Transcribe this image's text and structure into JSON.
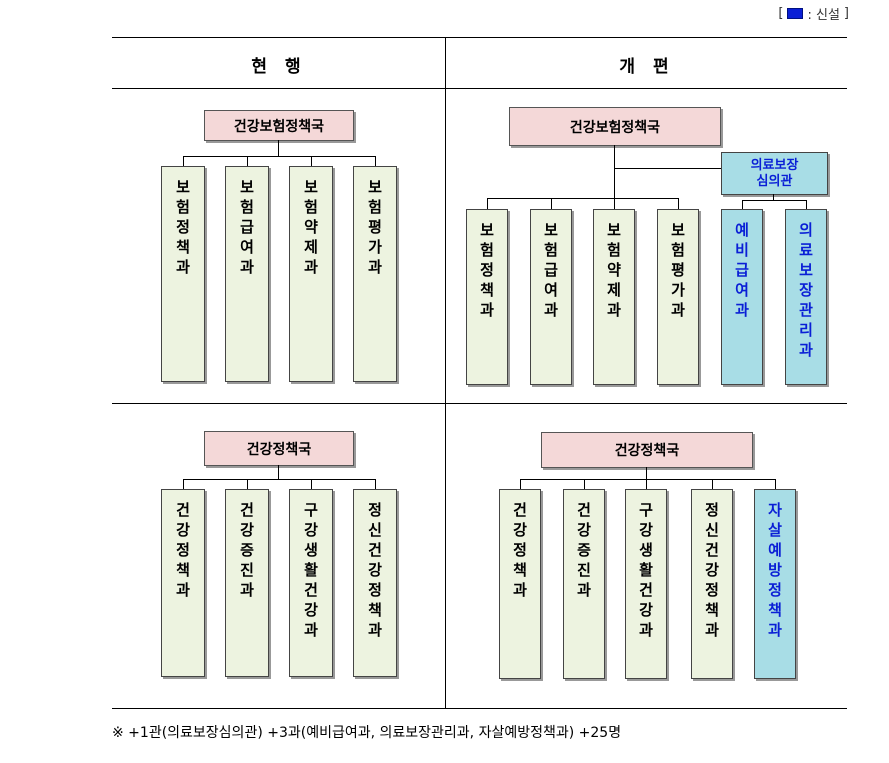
{
  "legend": {
    "open": "[",
    "label": ": 신설",
    "close": "]"
  },
  "headers": {
    "current": "현 행",
    "reform": "개 편"
  },
  "top_current": {
    "parent": "건강보험정책국",
    "units": [
      "보험정책과",
      "보험급여과",
      "보험약제과",
      "보험평가과"
    ]
  },
  "top_reform": {
    "parent": "건강보험정책국",
    "new_office": [
      "의료보장",
      "심의관"
    ],
    "units": [
      "보험정책과",
      "보험급여과",
      "보험약제과",
      "보험평가과"
    ],
    "new_units": [
      "예비급여과",
      "의료보장관리과"
    ]
  },
  "bottom_current": {
    "parent": "건강정책국",
    "units": [
      "건강정책과",
      "건강증진과",
      "구강생활건강과",
      "정신건강정책과"
    ]
  },
  "bottom_reform": {
    "parent": "건강정책국",
    "units": [
      "건강정책과",
      "건강증진과",
      "구강생활건강과",
      "정신건강정책과"
    ],
    "new_units": [
      "자살예방정책과"
    ]
  },
  "note": "※  +1관(의료보장심의관)  +3과(예비급여과,  의료보장관리과,  자살예방정책과)  +25명",
  "colors": {
    "new_fill": "#a8dde6",
    "new_text": "#0a1fd6",
    "unit_fill": "#edf3e0",
    "parent_fill": "#f4d8d8"
  }
}
